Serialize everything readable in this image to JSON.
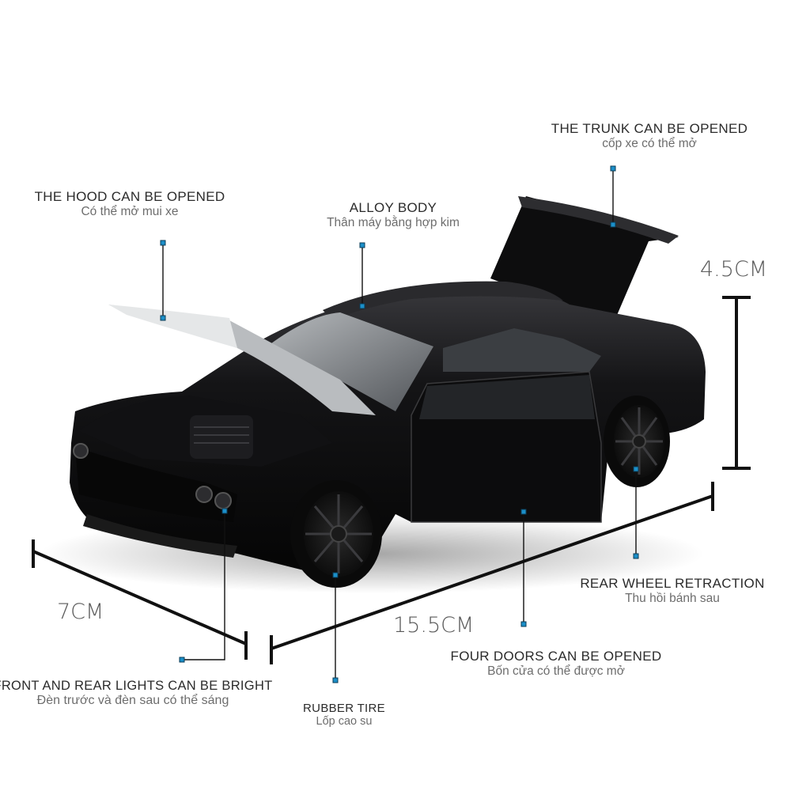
{
  "callouts": {
    "hood": {
      "title": "THE HOOD CAN BE OPENED",
      "subtitle": "Có thể mở mui xe"
    },
    "body": {
      "title": "ALLOY BODY",
      "subtitle": "Thân máy bằng hợp kim"
    },
    "trunk": {
      "title": "THE TRUNK CAN BE OPENED",
      "subtitle": "cốp xe có thể mở"
    },
    "rear_wheel": {
      "title": "REAR WHEEL RETRACTION",
      "subtitle": "Thu hồi bánh sau"
    },
    "doors": {
      "title": "FOUR DOORS CAN BE OPENED",
      "subtitle": "Bốn cửa có thể được mở"
    },
    "tire": {
      "title": "RUBBER TIRE",
      "subtitle": "Lốp cao su"
    },
    "lights": {
      "title": "FRONT AND REAR LIGHTS CAN BE BRIGHT",
      "subtitle": "Đèn trước và đèn sau có thể sáng"
    }
  },
  "dimensions": {
    "height": "4.5CM",
    "width": "7CM",
    "length": "15.5CM"
  },
  "colors": {
    "car_body": "#0b0b0c",
    "callout_dot": "#1b8fc9",
    "line": "#111111",
    "text": "#2b2b2b",
    "subtext": "#6d6d6d"
  }
}
